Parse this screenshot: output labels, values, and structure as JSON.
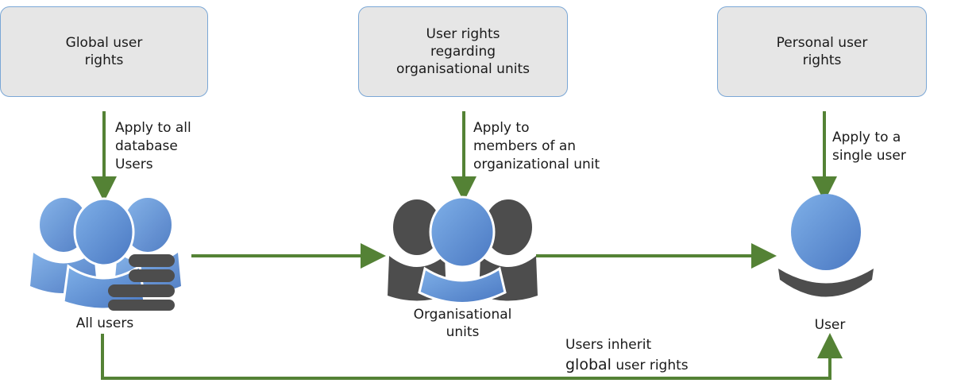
{
  "boxes": {
    "global": "Global user\nrights",
    "org": "User rights\nregarding\norganisational units",
    "personal": "Personal user\nrights"
  },
  "arrow_labels": {
    "global": "Apply to all\ndatabase\nUsers",
    "org": "Apply to\nmembers of an\norganizational unit",
    "personal": "Apply to a\nsingle user"
  },
  "captions": {
    "all_users": "All users",
    "org_units": "Organisational\nunits",
    "user": "User"
  },
  "inherit": {
    "line1": "Users inherit",
    "word_global": "global",
    "rest": " user rights"
  },
  "colors": {
    "arrow": "#548235",
    "head_blue": "#5b8fd4",
    "head_dark": "#4d4d4d",
    "box_fill": "#e6e6e6",
    "box_border": "#7aa7d6"
  }
}
